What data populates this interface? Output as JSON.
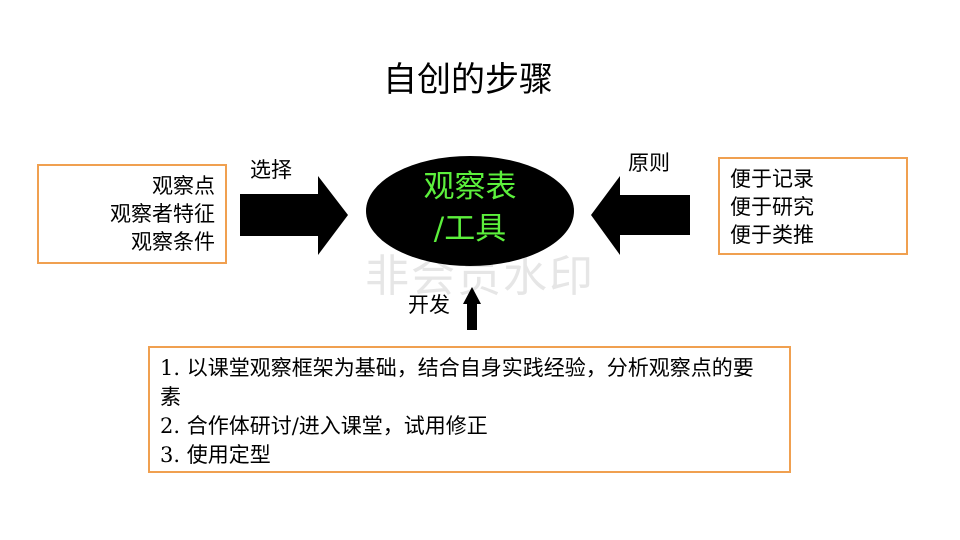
{
  "title": "自创的步骤",
  "left_box": {
    "items": [
      "观察点",
      "观察者特征",
      "观察条件"
    ]
  },
  "left_arrow_label": "选择",
  "center": {
    "line1": "观察表",
    "line2": "/工具"
  },
  "right_arrow_label": "原则",
  "right_box": {
    "items": [
      "便于记录",
      "便于研究",
      "便于类推"
    ]
  },
  "up_arrow_label": "开发",
  "bottom_box": {
    "lines": [
      "1. 以课堂观察框架为基础，结合自身实践经验，分析观察点的要素",
      "2. 合作体研讨/进入课堂，试用修正",
      "3. 使用定型"
    ]
  },
  "watermark": "非会员水印",
  "colors": {
    "border": "#f0a050",
    "center_text": "#5cf03c",
    "shape": "#000000"
  }
}
